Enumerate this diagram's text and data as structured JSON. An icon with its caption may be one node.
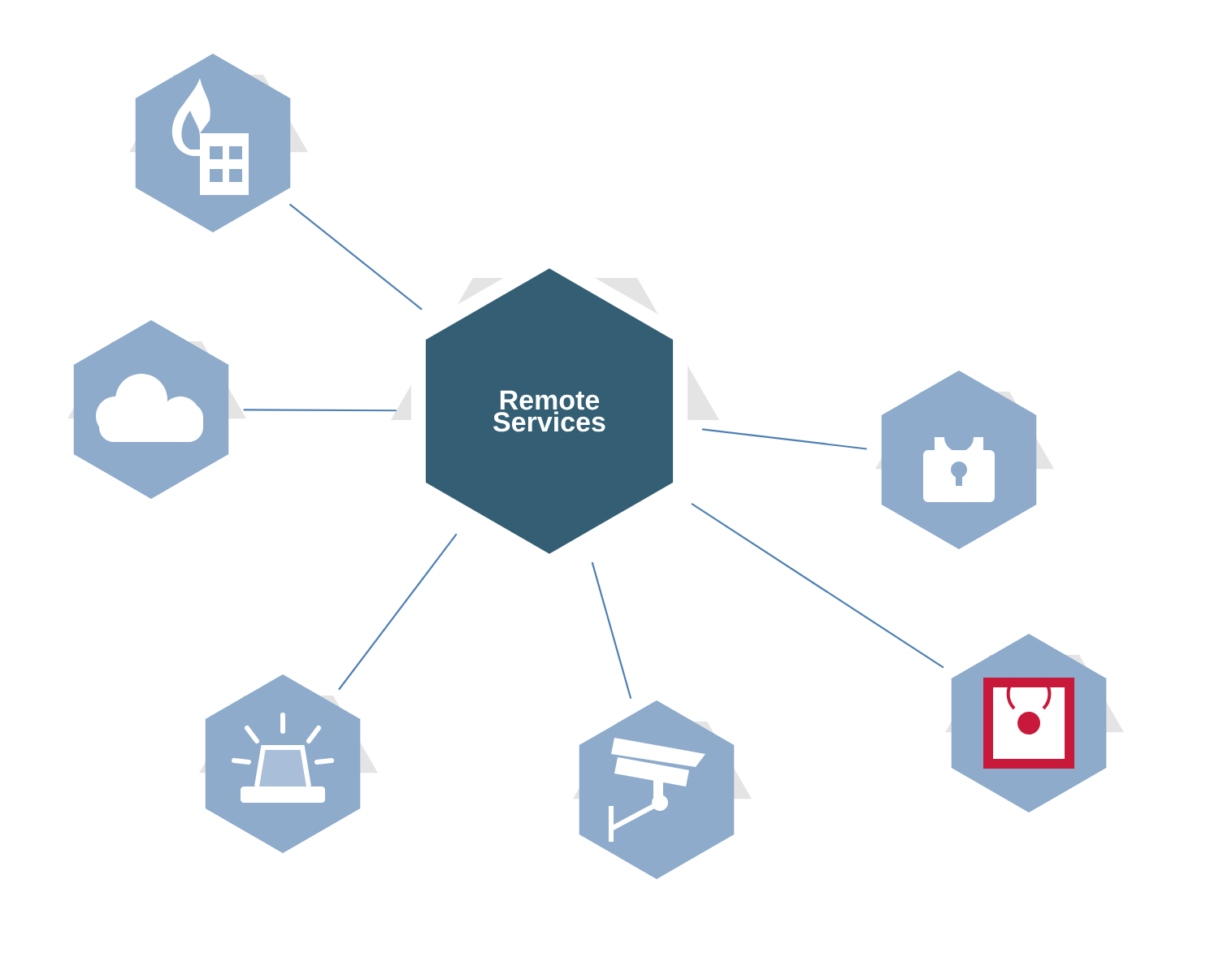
{
  "diagram": {
    "nodes": [
      {
        "text": [
          "Remote Services"
        ]
      },
      {
        "text": [],
        "shape": "picture"
      },
      {
        "text": [],
        "shape": "picture"
      },
      {
        "text": [],
        "shape": "picture"
      },
      {
        "text": [],
        "shape": "picture"
      },
      {
        "text": [],
        "shape": "picture"
      },
      {
        "text": [],
        "shape": "picture"
      }
    ],
    "edges": [
      {
        "from": 0,
        "to": 1,
        "arrow": "none"
      },
      {
        "from": 0,
        "to": 2,
        "arrow": "none"
      },
      {
        "from": 0,
        "to": 3,
        "arrow": "none"
      },
      {
        "from": 0,
        "to": 4,
        "arrow": "none"
      },
      {
        "from": 0,
        "to": 5,
        "arrow": "none"
      },
      {
        "from": 0,
        "to": 6,
        "arrow": "none"
      }
    ]
  }
}
